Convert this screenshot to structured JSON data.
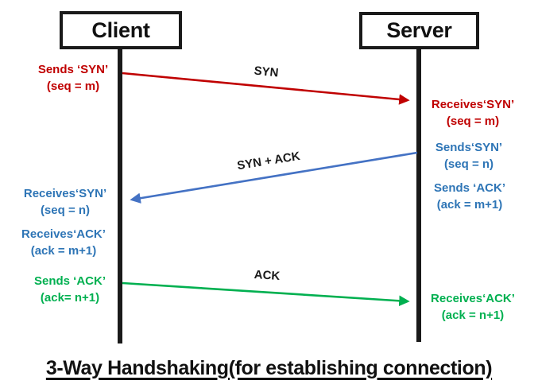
{
  "actors": {
    "client": "Client",
    "server": "Server"
  },
  "messages": [
    {
      "name": "syn",
      "label": "SYN",
      "color": "#C00000",
      "from": "client",
      "to": "server"
    },
    {
      "name": "syn-ack",
      "label": "SYN + ACK",
      "color": "#4472C4",
      "from": "server",
      "to": "client"
    },
    {
      "name": "ack",
      "label": "ACK",
      "color": "#00B050",
      "from": "client",
      "to": "server"
    }
  ],
  "notes": {
    "client_sends_syn": {
      "l1": "Sends ‘SYN’",
      "l2": "(seq = m)",
      "color": "#C00000"
    },
    "server_receives_syn": {
      "l1": "Receives‘SYN’",
      "l2": "(seq = m)",
      "color": "#C00000"
    },
    "server_sends_syn": {
      "l1": "Sends‘SYN’",
      "l2": "(seq = n)",
      "color": "#2E75B6"
    },
    "server_sends_ack": {
      "l1": "Sends ‘ACK’",
      "l2": "(ack = m+1)",
      "color": "#2E75B6"
    },
    "client_receives_syn": {
      "l1": "Receives‘SYN’",
      "l2": "(seq = n)",
      "color": "#2E75B6"
    },
    "client_receives_ack": {
      "l1": "Receives‘ACK’",
      "l2": "(ack = m+1)",
      "color": "#2E75B6"
    },
    "client_sends_ack": {
      "l1": "Sends ‘ACK’",
      "l2": "(ack= n+1)",
      "color": "#00B050"
    },
    "server_receives_ack": {
      "l1": "Receives‘ACK’",
      "l2": "(ack = n+1)",
      "color": "#00B050"
    }
  },
  "title": "3-Way Handshaking(for establishing connection)",
  "colors": {
    "lifeline": "#1A1A1A",
    "box_border": "#1A1A1A",
    "text_red": "#C00000",
    "text_blue": "#2E75B6",
    "text_green": "#00B050",
    "arrow_red": "#C00000",
    "arrow_blue": "#4472C4",
    "arrow_green": "#00B050",
    "background": "#FFFFFF"
  }
}
